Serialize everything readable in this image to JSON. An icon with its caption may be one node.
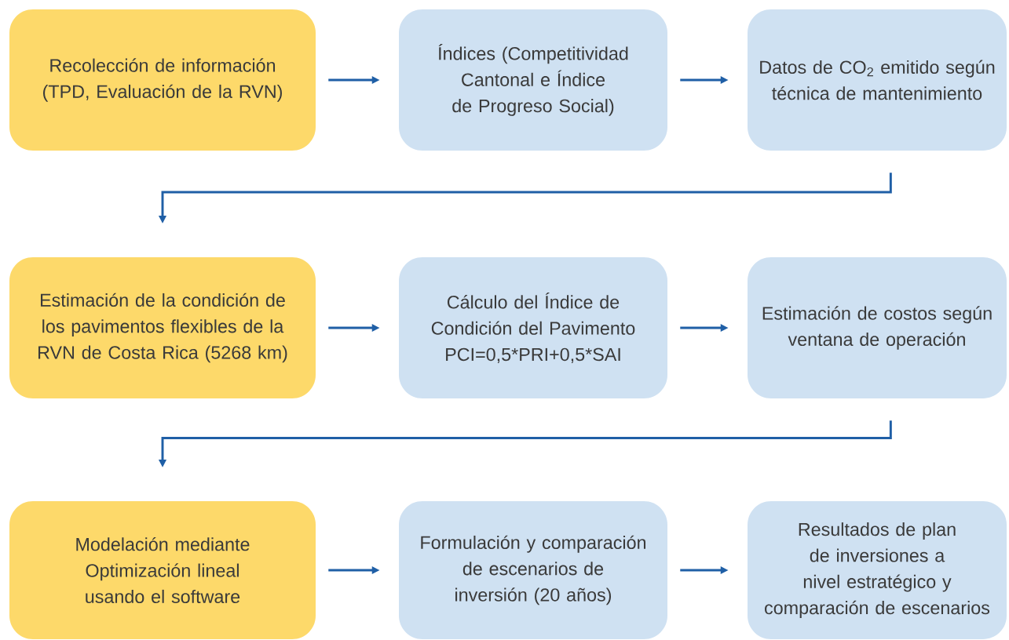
{
  "diagram": {
    "nodes": [
      {
        "text": [
          "Recolección de información (TPD, Evaluación de la RVN)"
        ]
      },
      {
        "text": [
          "Índices (Competitividad Cantonal e Índice de Progreso Social)"
        ]
      },
      {
        "text": [
          "Datos de CO$_{2}$ emitido según técnica de mantenimiento"
        ]
      },
      {
        "text": [
          "Estimación de la condición de los pavimentos flexibles de la RVN de Costa Rica (5268 km)"
        ]
      },
      {
        "text": [
          "Cálculo del Índice de Condición del Pavimento PCI=0,5*PRI+0,5*SAI"
        ]
      },
      {
        "text": [
          "Estimación de costos según ventana de operación"
        ]
      },
      {
        "text": [
          "Modelación mediante Optimización lineal usando el software"
        ]
      },
      {
        "text": [
          "Formulación y comparación de escenarios de inversión (20 años)"
        ]
      },
      {
        "text": [
          "Resultados de plan de inversiones a nivel estratégico y comparación de escenarios"
        ]
      }
    ],
    "edges": [
      {
        "from": 0,
        "to": 1,
        "arrow": "to"
      },
      {
        "from": 1,
        "to": 2,
        "arrow": "to"
      },
      {
        "from": 2,
        "to": 3,
        "arrow": "to"
      },
      {
        "from": 3,
        "to": 4,
        "arrow": "to"
      },
      {
        "from": 4,
        "to": 5,
        "arrow": "to"
      },
      {
        "from": 5,
        "to": 6,
        "arrow": "to"
      },
      {
        "from": 6,
        "to": 7,
        "arrow": "to"
      },
      {
        "from": 7,
        "to": 8,
        "arrow": "to"
      }
    ]
  }
}
